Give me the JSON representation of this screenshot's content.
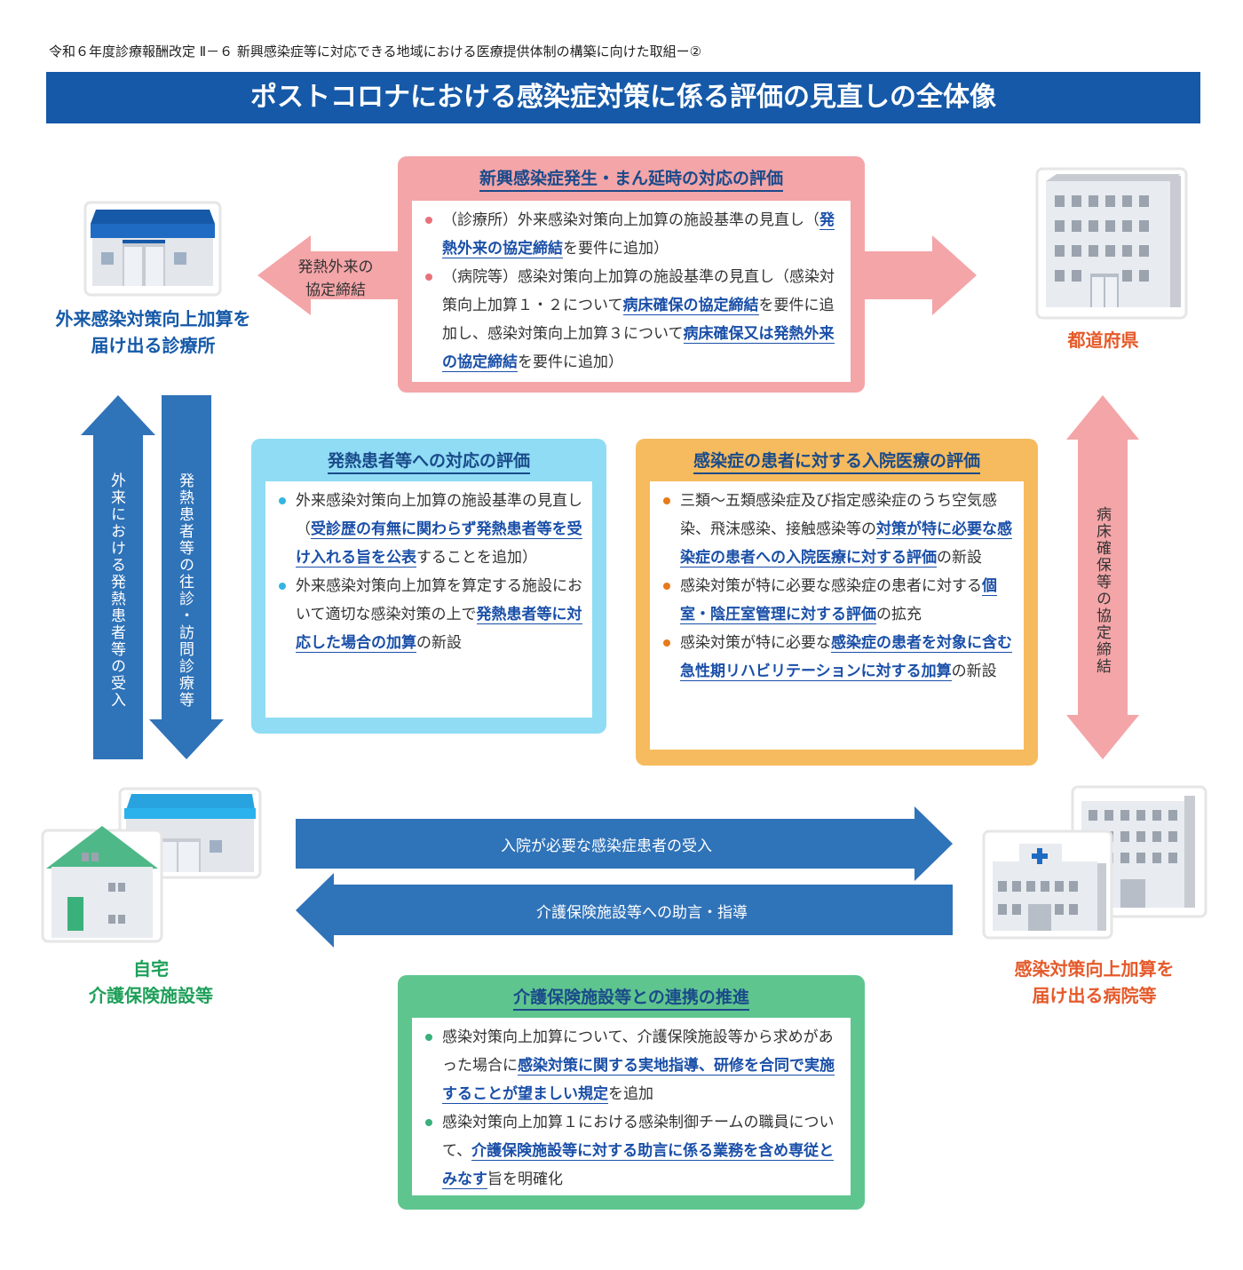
{
  "header": {
    "subtitle": "令和６年度診療報酬改定 Ⅱ－６ 新興感染症等に対応できる地域における医療提供体制の構築に向けた取組ー②",
    "title": "ポストコロナにおける感染症対策に係る評価の見直しの全体像"
  },
  "nodes": {
    "clinic": "外来感染対策向上加算を\n届け出る診療所",
    "prefecture": "都道府県",
    "home": "自宅\n介護保険施設等",
    "hospital": "感染対策向上加算を\n届け出る病院等"
  },
  "arrows": {
    "fever_agreement": "発熱外来の\n協定締結",
    "outpatient_accept": "外来における発熱患者等の受入",
    "home_visit": "発熱患者等の往診・訪問診療等",
    "bed_agreement": "病床確保等の協定締結",
    "admission_accept": "入院が必要な感染症患者の受入",
    "care_advice": "介護保険施設等への助言・指導"
  },
  "boxes": {
    "emerging": {
      "title": "新興感染症発生・まん延時の対応の評価",
      "items": [
        [
          {
            "t": "（診療所）外来感染対策向上加算の施設基準の見直し（"
          },
          {
            "t": "発熱外来の協定締結",
            "h": true
          },
          {
            "t": "を要件に追加）"
          }
        ],
        [
          {
            "t": "（病院等）感染対策向上加算の施設基準の見直し（感染対策向上加算１・２について"
          },
          {
            "t": "病床確保の協定締結",
            "h": true
          },
          {
            "t": "を要件に追加し、感染対策向上加算３について"
          },
          {
            "t": "病床確保又は発熱外来の協定締結",
            "h": true
          },
          {
            "t": "を要件に追加）"
          }
        ]
      ]
    },
    "fever": {
      "title": "発熱患者等への対応の評価",
      "items": [
        [
          {
            "t": "外来感染対策向上加算の施設基準の見直し（"
          },
          {
            "t": "受診歴の有無に関わらず発熱患者等を受け入れる旨を公表",
            "h": true
          },
          {
            "t": "することを追加）"
          }
        ],
        [
          {
            "t": "外来感染対策向上加算を算定する施設において適切な感染対策の上で"
          },
          {
            "t": "発熱患者等に対応した場合の加算",
            "h": true
          },
          {
            "t": "の新設"
          }
        ]
      ]
    },
    "inpatient": {
      "title": "感染症の患者に対する入院医療の評価",
      "items": [
        [
          {
            "t": "三類～五類感染症及び指定感染症のうち空気感染、飛沫感染、接触感染等の"
          },
          {
            "t": "対策が特に必要な感染症の患者への入院医療に対する評価",
            "h": true
          },
          {
            "t": "の新設"
          }
        ],
        [
          {
            "t": "感染対策が特に必要な感染症の患者に対する"
          },
          {
            "t": "個室・陰圧室管理に対する評価",
            "h": true
          },
          {
            "t": "の拡充"
          }
        ],
        [
          {
            "t": "感染対策が特に必要な"
          },
          {
            "t": "感染症の患者を対象に含む急性期リハビリテーションに対する加算",
            "h": true
          },
          {
            "t": "の新設"
          }
        ]
      ]
    },
    "care": {
      "title": "介護保険施設等との連携の推進",
      "items": [
        [
          {
            "t": "感染対策向上加算について、介護保険施設等から求めがあった場合に"
          },
          {
            "t": "感染対策に関する実地指導、研修を合同で実施することが望ましい規定",
            "h": true
          },
          {
            "t": "を追加"
          }
        ],
        [
          {
            "t": "感染対策向上加算１における感染制御チームの職員について、"
          },
          {
            "t": "介護保険施設等に対する助言に係る業務を含め専従とみなす",
            "h": true
          },
          {
            "t": "旨を明確化"
          }
        ]
      ]
    }
  },
  "colors": {
    "banner": "#1559a8",
    "blue_arrow": "#2f73b9",
    "pink": "#f4a5a8",
    "cyan": "#8fdcf4",
    "orange": "#f6bb5e",
    "green": "#5fc58f",
    "clinic_label": "#1559a8",
    "prefecture_label": "#e55a2b",
    "home_label": "#1ea05a",
    "hospital_label": "#e55a2b"
  }
}
